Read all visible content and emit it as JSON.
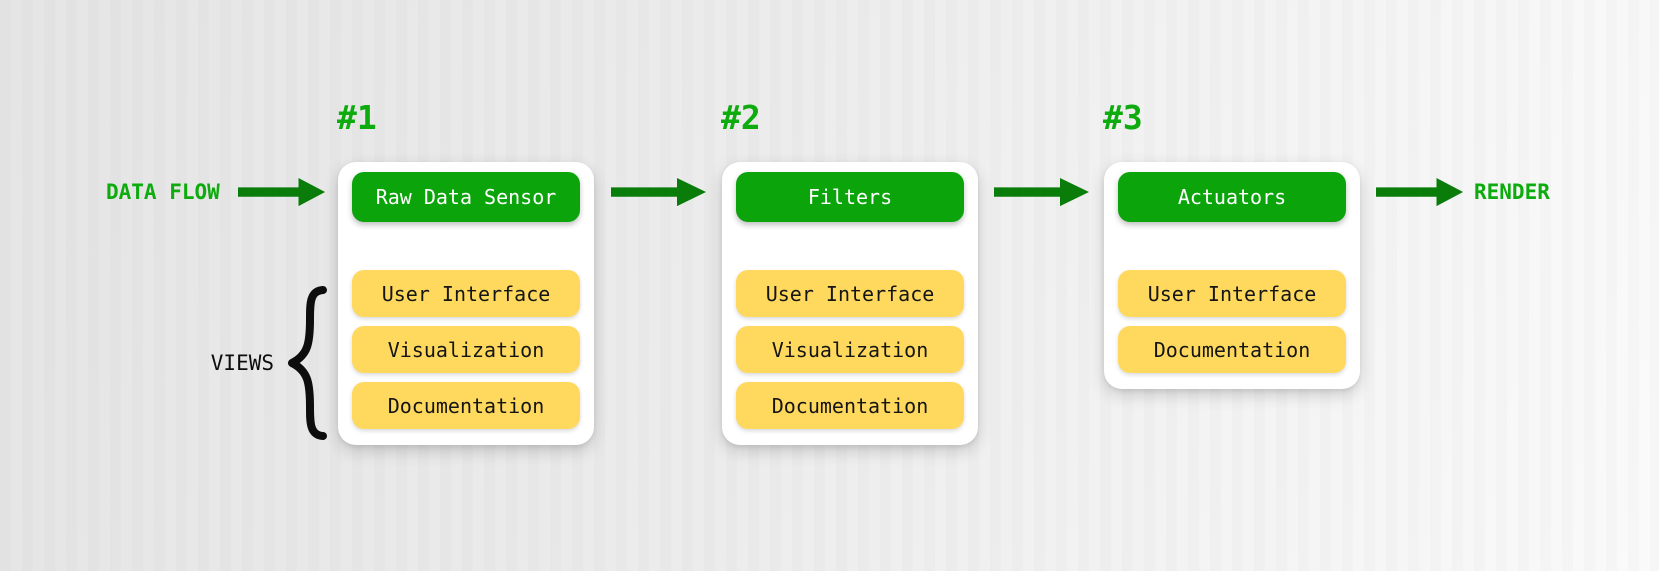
{
  "diagram": {
    "flow": {
      "input_label": "DATA FLOW",
      "output_label": "RENDER",
      "views_label": "VIEWS"
    },
    "cards": [
      {
        "number": "#1",
        "title": "Raw Data Sensor",
        "views": [
          "User Interface",
          "Visualization",
          "Documentation"
        ]
      },
      {
        "number": "#2",
        "title": "Filters",
        "views": [
          "User Interface",
          "Visualization",
          "Documentation"
        ]
      },
      {
        "number": "#3",
        "title": "Actuators",
        "views": [
          "User Interface",
          "Documentation"
        ]
      }
    ],
    "colors": {
      "label_green": "#0dab0d",
      "arrow_green": "#0a7c0a",
      "header_green": "#0ba40b",
      "pill_yellow": "#ffd95e",
      "card_bg": "#ffffff",
      "pill_text": "#151515",
      "header_text": "#ffffff",
      "brace_black": "#0d0d0d",
      "bg_left": "#e5e5e5",
      "bg_right": "#fafafa"
    }
  }
}
